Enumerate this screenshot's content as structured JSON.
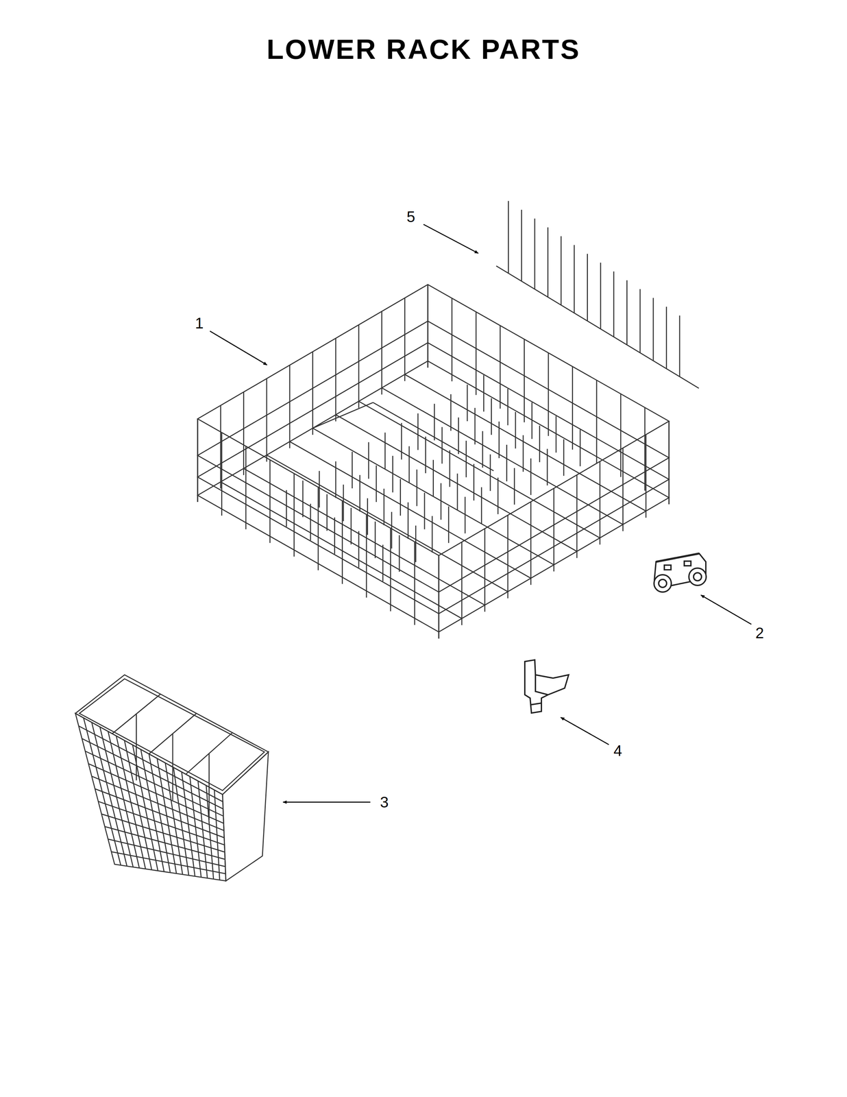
{
  "diagram": {
    "title": "LOWER RACK PARTS",
    "labels": [
      "5",
      "1",
      "2",
      "4",
      "3"
    ]
  }
}
